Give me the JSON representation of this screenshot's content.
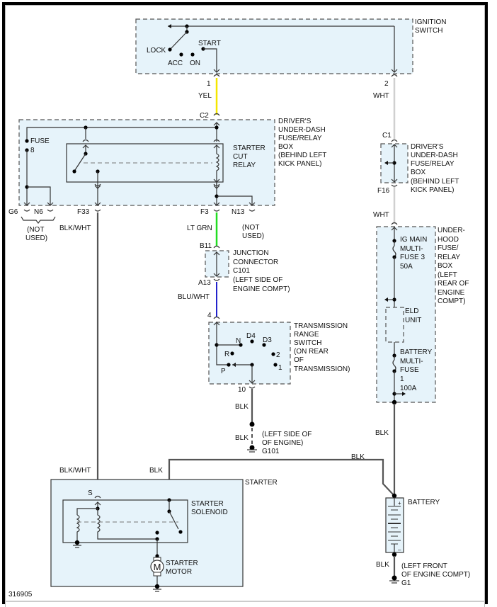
{
  "diagram_id": "316905",
  "colors": {
    "box_fill": "#e6f3fa",
    "wire_yel": "#f5e600",
    "wire_wht": "#d0d0d0",
    "wire_ltgrn": "#22dd22",
    "wire_bluwht": "#2222cc",
    "wire_blk": "#555555"
  },
  "components": {
    "ignition_switch": {
      "label_lines": [
        "IGNITION",
        "SWITCH"
      ],
      "positions": {
        "lock": "LOCK",
        "acc": "ACC",
        "on": "ON",
        "start": "START"
      },
      "pins": {
        "pin1": "1",
        "pin2": "2"
      }
    },
    "drivers_fuse_box_main": {
      "label_lines": [
        "DRIVER'S",
        "UNDER-DASH",
        "FUSE/RELAY",
        "BOX",
        "(BEHIND LEFT",
        "KICK PANEL)"
      ],
      "fuse_label": "FUSE",
      "fuse_number": "8",
      "relay_label_lines": [
        "STARTER",
        "CUT",
        "RELAY"
      ],
      "pins": {
        "c2": "C2",
        "g6": "G6",
        "n6": "N6",
        "f33": "F33",
        "f3": "F3",
        "n13": "N13"
      },
      "not_used_lines": [
        "(NOT",
        "USED)"
      ]
    },
    "drivers_fuse_box_secondary": {
      "label_lines": [
        "DRIVER'S",
        "UNDER-DASH",
        "FUSE/RELAY",
        "BOX",
        "(BEHIND LEFT",
        "KICK PANEL)"
      ],
      "pins": {
        "c1": "C1",
        "f16": "F16"
      }
    },
    "junction_connector": {
      "label_lines": [
        "JUNCTION",
        "CONNECTOR",
        "C101",
        "(LEFT SIDE OF",
        "ENGINE COMPT)"
      ],
      "pins": {
        "b11": "B11",
        "a13": "A13"
      }
    },
    "transmission_range_switch": {
      "label_lines": [
        "TRANSMISSION",
        "RANGE",
        "SWITCH",
        "(ON REAR",
        "OF",
        "TRANSMISSION)"
      ],
      "positions": {
        "n": "N",
        "d4": "D4",
        "d3": "D3",
        "r": "R",
        "two": "2",
        "p": "P",
        "one": "1"
      },
      "pins": {
        "pin4": "4",
        "pin10": "10"
      }
    },
    "ground_g101": {
      "label_lines": [
        "(LEFT SIDE OF",
        "OF ENGINE)"
      ],
      "id": "G101"
    },
    "underhood_fuse_box": {
      "label_lines": [
        "UNDER-",
        "HOOD",
        "FUSE/",
        "RELAY",
        "BOX",
        "(LEFT",
        "REAR OF",
        "ENGINE",
        "COMPT)"
      ],
      "ig_main_lines": [
        "IG MAIN",
        "MULTI-",
        "FUSE 3",
        "50A"
      ],
      "eld_lines": [
        "ELD",
        "UNIT"
      ],
      "battery_fuse_lines": [
        "BATTERY",
        "MULTI-",
        "FUSE",
        "1",
        "100A"
      ]
    },
    "starter": {
      "label": "STARTER",
      "solenoid_lines": [
        "STARTER",
        "SOLENOID"
      ],
      "motor_lines": [
        "STARTER",
        "MOTOR"
      ],
      "motor_symbol": "M",
      "pin_s": "S"
    },
    "battery": {
      "label": "BATTERY",
      "plus": "+",
      "minus": "–"
    },
    "ground_g1": {
      "label_lines": [
        "(LEFT FRONT",
        "OF ENGINE COMPT)"
      ],
      "id": "G1"
    }
  },
  "wire_labels": {
    "yel": "YEL",
    "wht_top": "WHT",
    "wht_mid": "WHT",
    "ltgrn": "LT GRN",
    "bluwht": "BLU/WHT",
    "blkwht_top": "BLK/WHT",
    "blkwht_bottom": "BLK/WHT",
    "blk_trs": "BLK",
    "blk_g101": "BLK",
    "blk_starter": "BLK",
    "blk_cable": "BLK",
    "blk_underhood": "BLK",
    "blk_g1": "BLK"
  }
}
